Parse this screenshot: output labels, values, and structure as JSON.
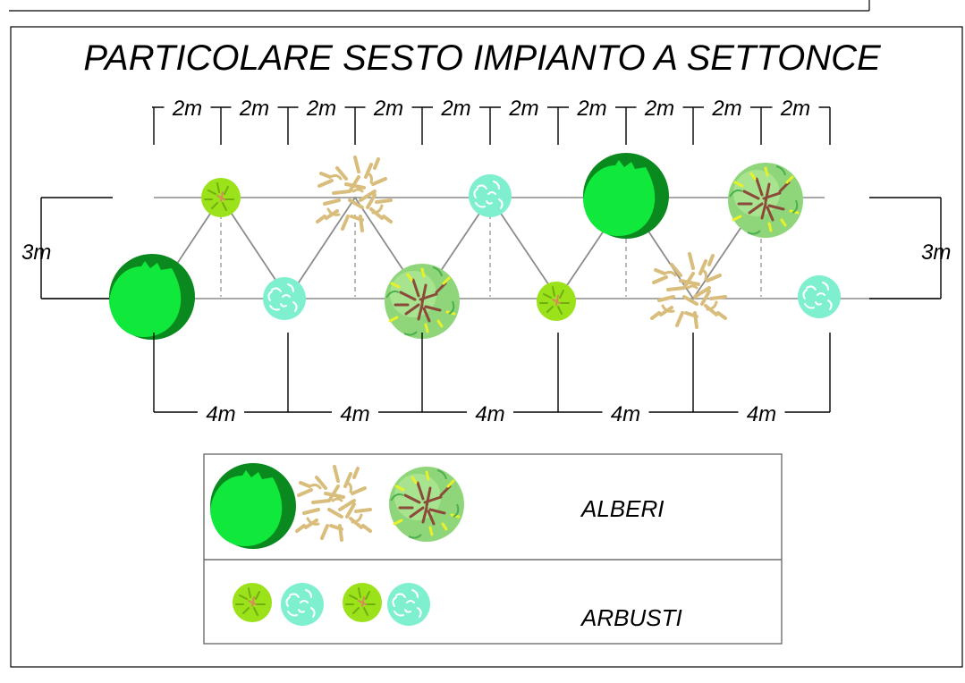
{
  "title": "PARTICOLARE SESTO IMPIANTO A SETTONCE",
  "top_spacing_labels": [
    "2m",
    "2m",
    "2m",
    "2m",
    "2m",
    "2m",
    "2m",
    "2m",
    "2m",
    "2m"
  ],
  "bottom_spacing_labels": [
    "4m",
    "4m",
    "4m",
    "4m",
    "4m"
  ],
  "row_spacing_left": "3m",
  "row_spacing_right": "3m",
  "legend": {
    "trees_label": "ALBERI",
    "shrubs_label": "ARBUSTI"
  },
  "plants_top_row": [
    "shrub-lime",
    "tree-tan",
    "shrub-mint",
    "tree-green",
    "tree-mixed"
  ],
  "plants_bottom_row": [
    "tree-green",
    "shrub-mint",
    "tree-mixed",
    "shrub-lime",
    "tree-tan",
    "shrub-mint"
  ],
  "legend_trees": [
    "tree-green",
    "tree-tan",
    "tree-mixed"
  ],
  "legend_shrubs": [
    "shrub-lime",
    "shrub-mint",
    "shrub-lime",
    "shrub-mint"
  ],
  "colors": {
    "tree_green_dark": "#0a8a1e",
    "tree_green_light": "#10e83c",
    "tree_tan": "#d9bd7c",
    "tree_mixed_green": "#8fd67a",
    "tree_mixed_brown": "#8b4a3a",
    "shrub_lime": "#9be21a",
    "shrub_mint": "#7ff0cf",
    "guide_gray": "#8c8c8c"
  }
}
